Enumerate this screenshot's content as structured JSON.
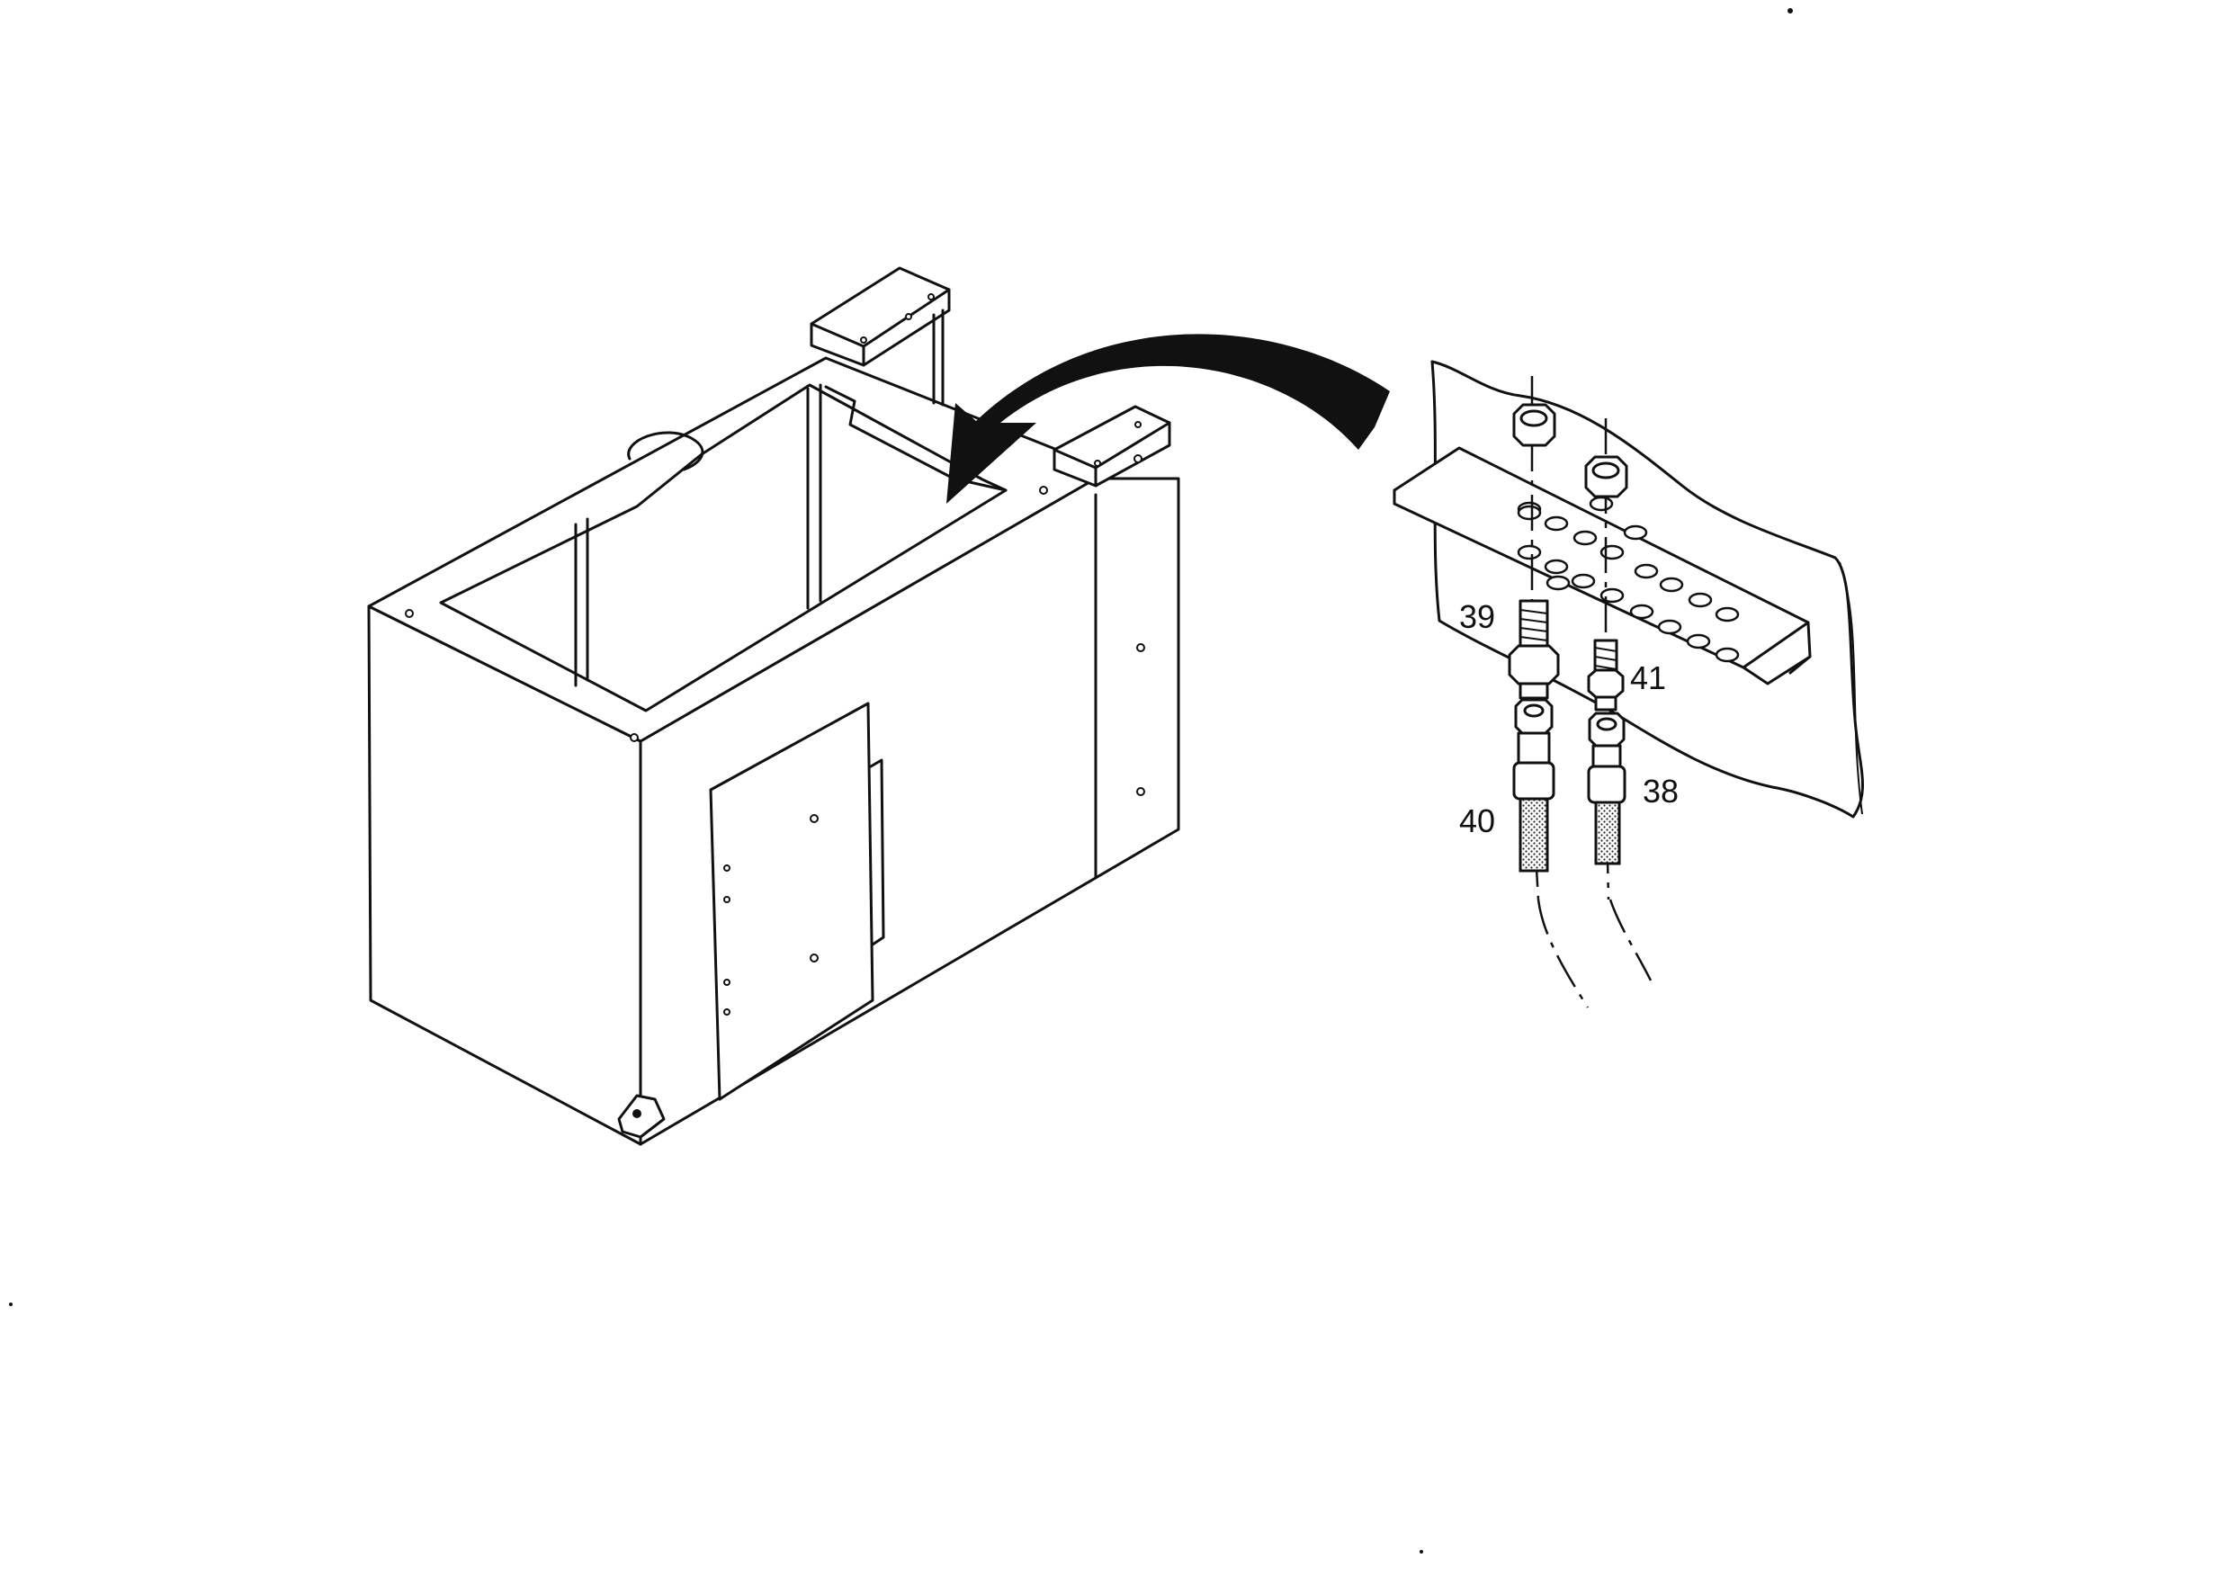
{
  "callouts": {
    "item_39": "39",
    "item_40": "40",
    "item_41": "41",
    "item_38": "38"
  },
  "line_color": "#111111",
  "background_color": "#ffffff"
}
